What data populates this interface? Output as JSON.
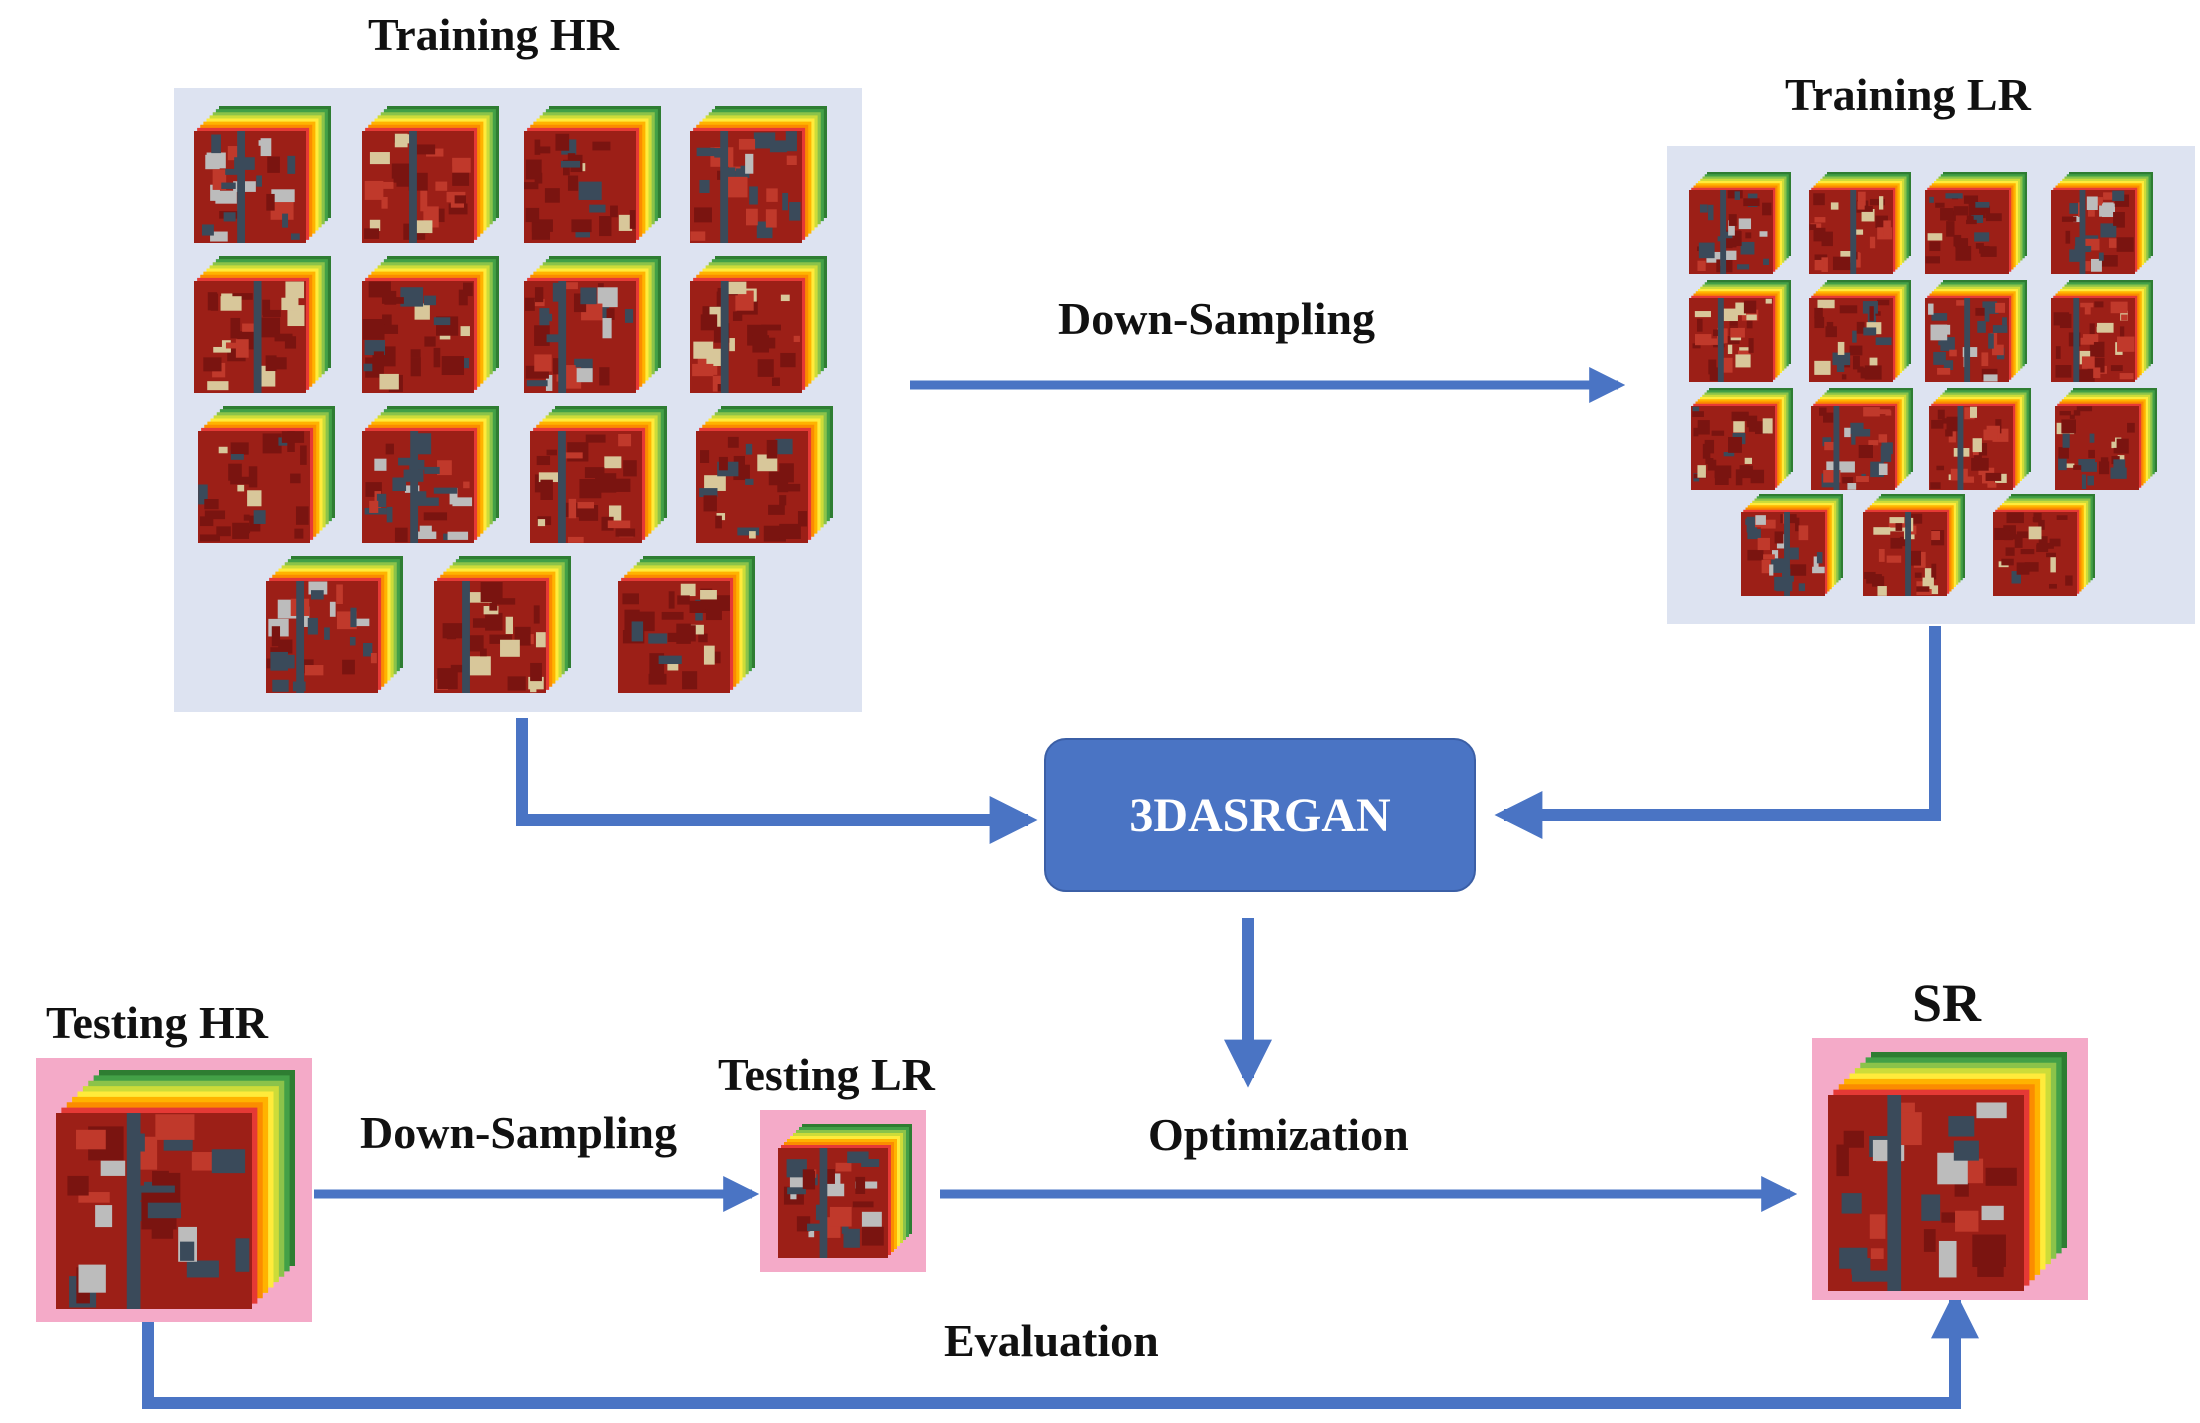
{
  "labels": {
    "training_hr": "Training HR",
    "training_lr": "Training LR",
    "down_sampling_top": "Down-Sampling",
    "model": "3DASRGAN",
    "testing_hr": "Testing HR",
    "testing_lr": "Testing LR",
    "down_sampling_bottom": "Down-Sampling",
    "optimization": "Optimization",
    "sr": "SR",
    "evaluation": "Evaluation"
  },
  "colors": {
    "arrow": "#4a74c4",
    "node_fill": "#4a74c4",
    "panel": "#dde3f1",
    "pink_frame": "#f4aac8",
    "spectral_bands": [
      "#2e7d32",
      "#43a047",
      "#8bc34a",
      "#cddc39",
      "#ffeb3b",
      "#ffb300",
      "#fb8c00",
      "#e53935"
    ],
    "scene_colors": [
      "#9c1f17",
      "#7a1410",
      "#c0392b",
      "#3a4a5a",
      "#bcbcbc",
      "#d8c79a"
    ]
  },
  "training_hr_patches": 15,
  "training_lr_patches": 15
}
